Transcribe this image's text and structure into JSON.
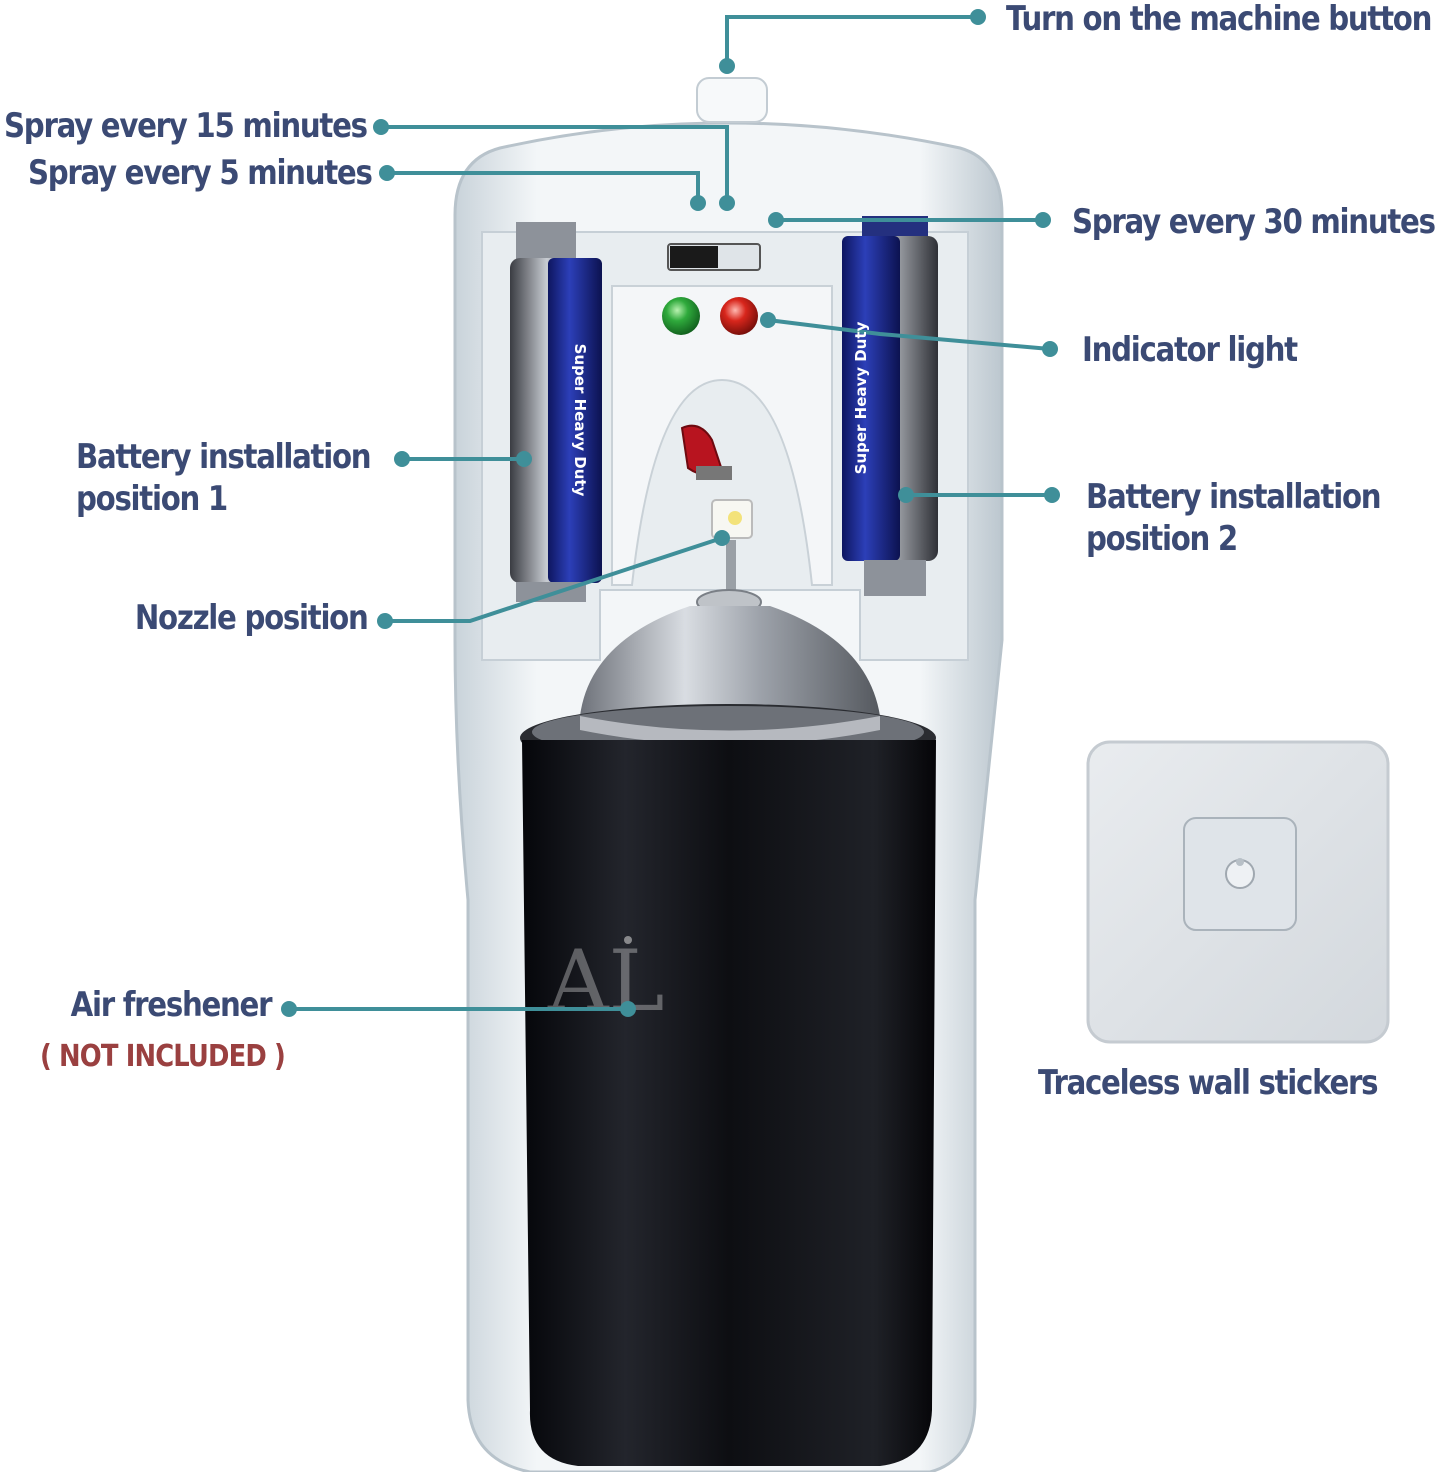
{
  "colors": {
    "label_text": "#3b4a74",
    "leader_line": "#3f8f99",
    "note_text": "#9a4040",
    "panel": "#eef2f5",
    "can": "#141418",
    "battery": "#1e2a8c"
  },
  "labels": {
    "power_button": "Turn on the machine button",
    "spray_15": "Spray every 15 minutes",
    "spray_5": "Spray every 5 minutes",
    "spray_30": "Spray every 30 minutes",
    "indicator": "Indicator light",
    "battery_1": "Battery installation\nposition 1",
    "battery_2": "Battery installation\nposition 2",
    "nozzle": "Nozzle position",
    "air_freshener": "Air freshener",
    "not_included": "( NOT INCLUDED )",
    "sticker": "Traceless wall stickers"
  },
  "product_print": {
    "battery_text": "Super Heavy Duty",
    "can_letters": "AL"
  }
}
